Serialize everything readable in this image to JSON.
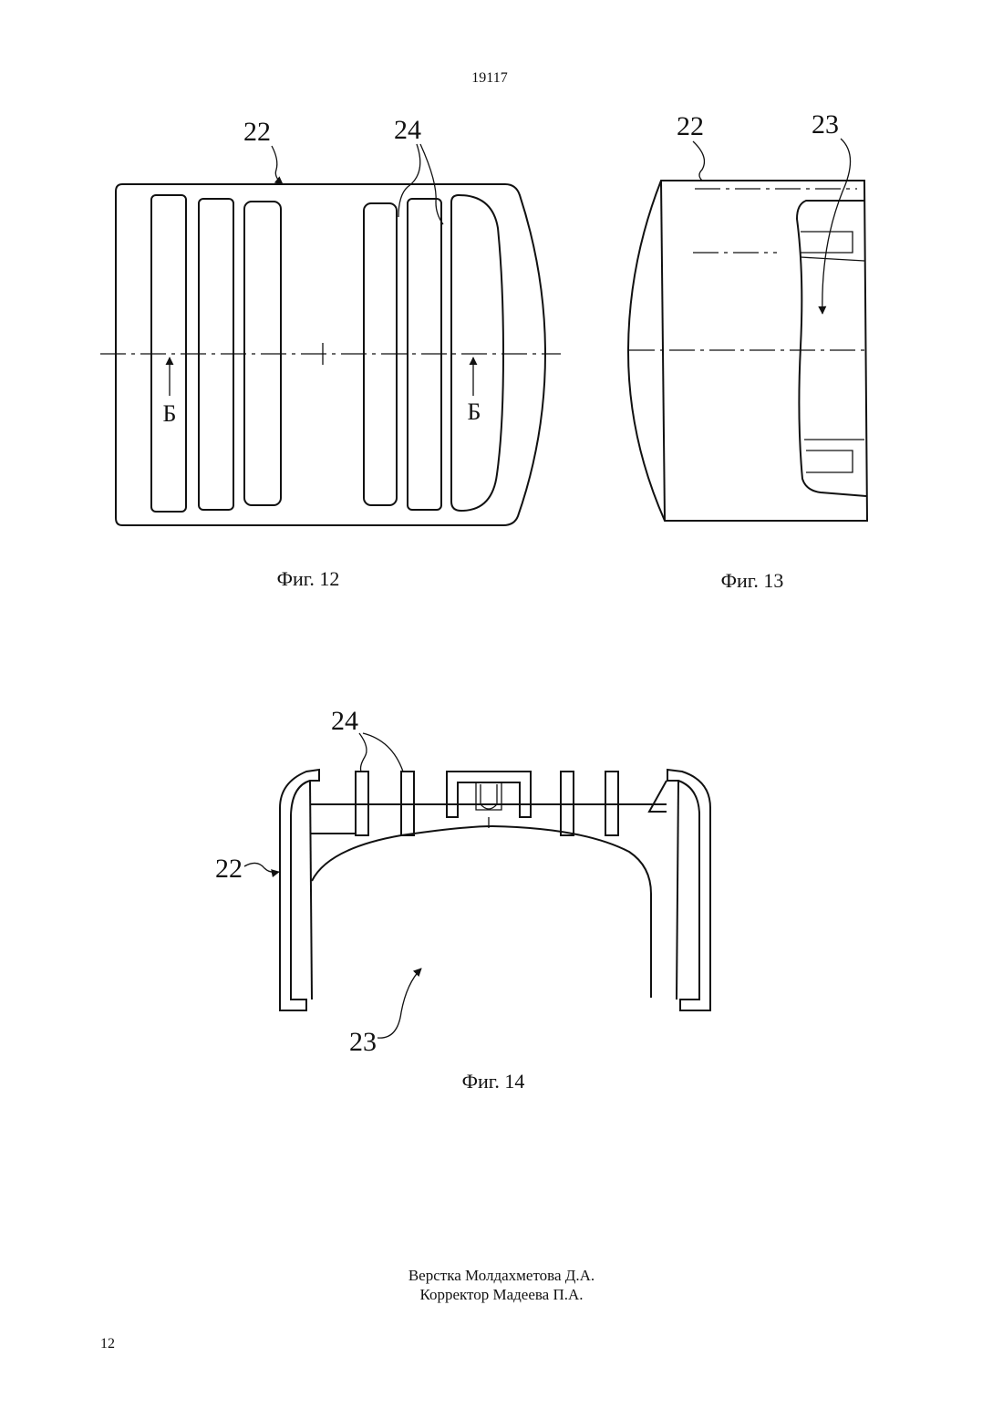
{
  "header": {
    "doc_number": "19117"
  },
  "figures": [
    {
      "caption": "Фиг. 12",
      "labels": {
        "part": "22",
        "ribs": "24",
        "section_left": "Б",
        "section_right": "Б"
      }
    },
    {
      "caption": "Фиг. 13",
      "labels": {
        "part": "22",
        "cavity": "23"
      }
    },
    {
      "caption": "Фиг. 14",
      "labels": {
        "ribs": "24",
        "part": "22",
        "cavity": "23"
      }
    }
  ],
  "credits": {
    "layout": "Верстка Молдахметова Д.А.",
    "proofreader": "Корректор Мадеева П.А."
  },
  "footer": {
    "page_number": "12"
  }
}
